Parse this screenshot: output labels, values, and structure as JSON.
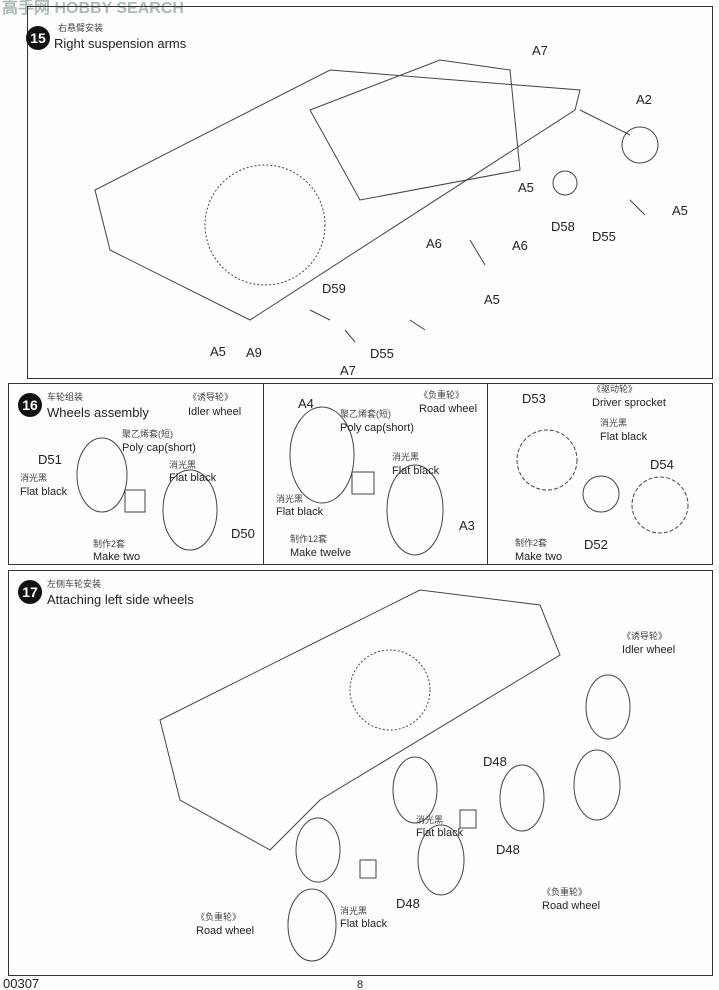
{
  "watermark": "高手网 HOBBY SEARCH",
  "step15": {
    "number": "15",
    "title_zh": "右悬臂安装",
    "title_en": "Right suspension arms",
    "parts": [
      "A7",
      "A2",
      "A5",
      "A5",
      "A6",
      "A6",
      "D58",
      "D55",
      "D59",
      "A5",
      "A5",
      "A9",
      "D55",
      "A7"
    ]
  },
  "step16": {
    "number": "16",
    "title_zh": "车轮组装",
    "title_en": "Wheels assembly",
    "idler": {
      "zh": "《诱导轮》",
      "en": "Idler wheel",
      "parts": [
        "D51",
        "D50"
      ],
      "polycap_zh": "聚乙烯套(短)",
      "polycap_en": "Poly cap(short)",
      "paint_zh": "消光黑",
      "paint_en": "Flat black",
      "qty_zh": "制作2套",
      "qty_en": "Make two"
    },
    "road": {
      "zh": "《负重轮》",
      "en": "Road wheel",
      "parts": [
        "A4",
        "A3"
      ],
      "polycap_zh": "聚乙烯套(短)",
      "polycap_en": "Poly cap(short)",
      "paint_zh": "消光黑",
      "paint_en": "Flat black",
      "qty_zh": "制作12套",
      "qty_en": "Make twelve"
    },
    "driver": {
      "zh": "《驱动轮》",
      "en": "Driver sprocket",
      "parts": [
        "D53",
        "D54",
        "D52"
      ],
      "paint_zh": "消光黑",
      "paint_en": "Flat black",
      "qty_zh": "制作2套",
      "qty_en": "Make two"
    }
  },
  "step17": {
    "number": "17",
    "title_zh": "左侧车轮安装",
    "title_en": "Attaching left side wheels",
    "idler_zh": "《诱导轮》",
    "idler_en": "Idler wheel",
    "road_zh": "《负重轮》",
    "road_en": "Road wheel",
    "paint_zh": "消光黑",
    "paint_en": "Flat black",
    "part": "D48"
  },
  "footer": {
    "code": "00307",
    "page": "8"
  }
}
